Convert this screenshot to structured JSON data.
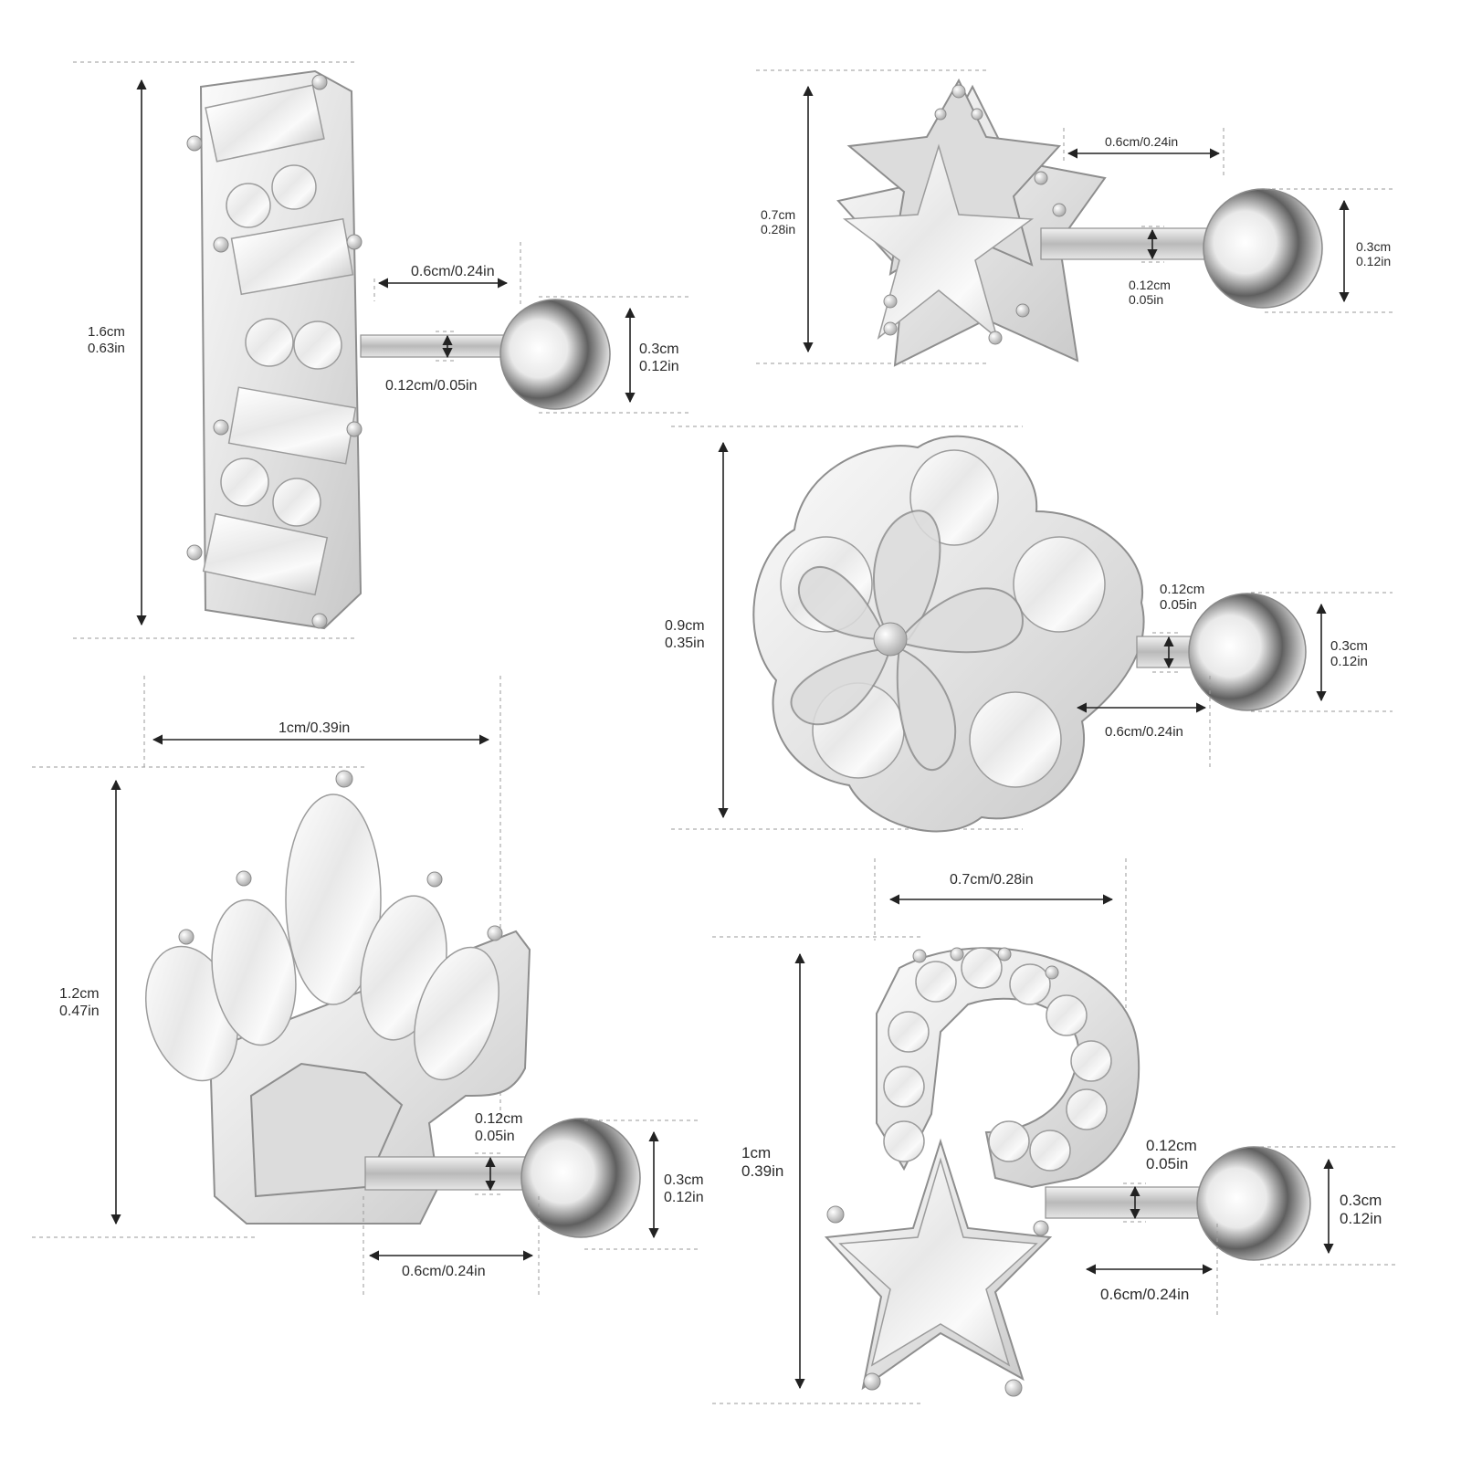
{
  "earrings": [
    {
      "id": "bar-baguette",
      "dims": {
        "height": [
          "1.6cm",
          "0.63in"
        ],
        "bar_length": "0.6cm/0.24in",
        "bar_thickness": "0.12cm/0.05in",
        "ball": [
          "0.3cm",
          "0.12in"
        ]
      }
    },
    {
      "id": "double-star",
      "dims": {
        "height": [
          "0.7cm",
          "0.28in"
        ],
        "bar_length": "0.6cm/0.24in",
        "bar_thickness": [
          "0.12cm",
          "0.05in"
        ],
        "ball": [
          "0.3cm",
          "0.12in"
        ]
      }
    },
    {
      "id": "flower",
      "dims": {
        "height": [
          "0.9cm",
          "0.35in"
        ],
        "bar_thickness": [
          "0.12cm",
          "0.05in"
        ],
        "ball": [
          "0.3cm",
          "0.12in"
        ],
        "bar_length": "0.6cm/0.24in"
      }
    },
    {
      "id": "crown",
      "dims": {
        "width": "1cm/0.39in",
        "height": [
          "1.2cm",
          "0.47in"
        ],
        "bar_thickness": [
          "0.12cm",
          "0.05in"
        ],
        "ball": [
          "0.3cm",
          "0.12in"
        ],
        "bar_length": "0.6cm/0.24in"
      }
    },
    {
      "id": "moon-star",
      "dims": {
        "width": "0.7cm/0.28in",
        "height": [
          "1cm",
          "0.39in"
        ],
        "bar_thickness": [
          "0.12cm",
          "0.05in"
        ],
        "ball": [
          "0.3cm",
          "0.12in"
        ],
        "bar_length": "0.6cm/0.24in"
      }
    }
  ]
}
